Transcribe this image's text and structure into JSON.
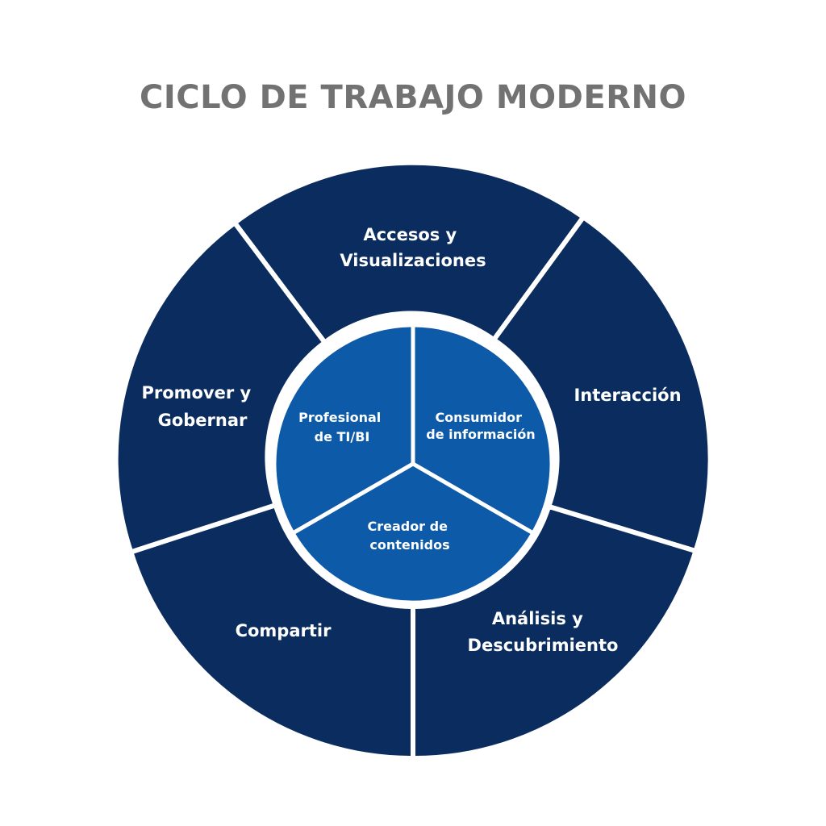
{
  "title": "CICLO DE TRABAJO MODERNO",
  "colors": {
    "title": "#727272",
    "outer_ring": "#0b2c5e",
    "inner_circle": "#0d5aa8",
    "separator": "#ffffff",
    "label_text": "#ffffff"
  },
  "outer_segments": [
    {
      "lines": [
        "Accesos y",
        "Visualizaciones"
      ]
    },
    {
      "lines": [
        "Interacción"
      ]
    },
    {
      "lines": [
        "Análisis y",
        "Descubrimiento"
      ]
    },
    {
      "lines": [
        "Compartir"
      ]
    },
    {
      "lines": [
        "Promover y",
        "Gobernar"
      ]
    }
  ],
  "inner_segments": [
    {
      "lines": [
        "Profesional",
        "de TI/BI"
      ]
    },
    {
      "lines": [
        "Consumidor",
        "de información"
      ]
    },
    {
      "lines": [
        "Creador de",
        "contenidos"
      ]
    }
  ]
}
